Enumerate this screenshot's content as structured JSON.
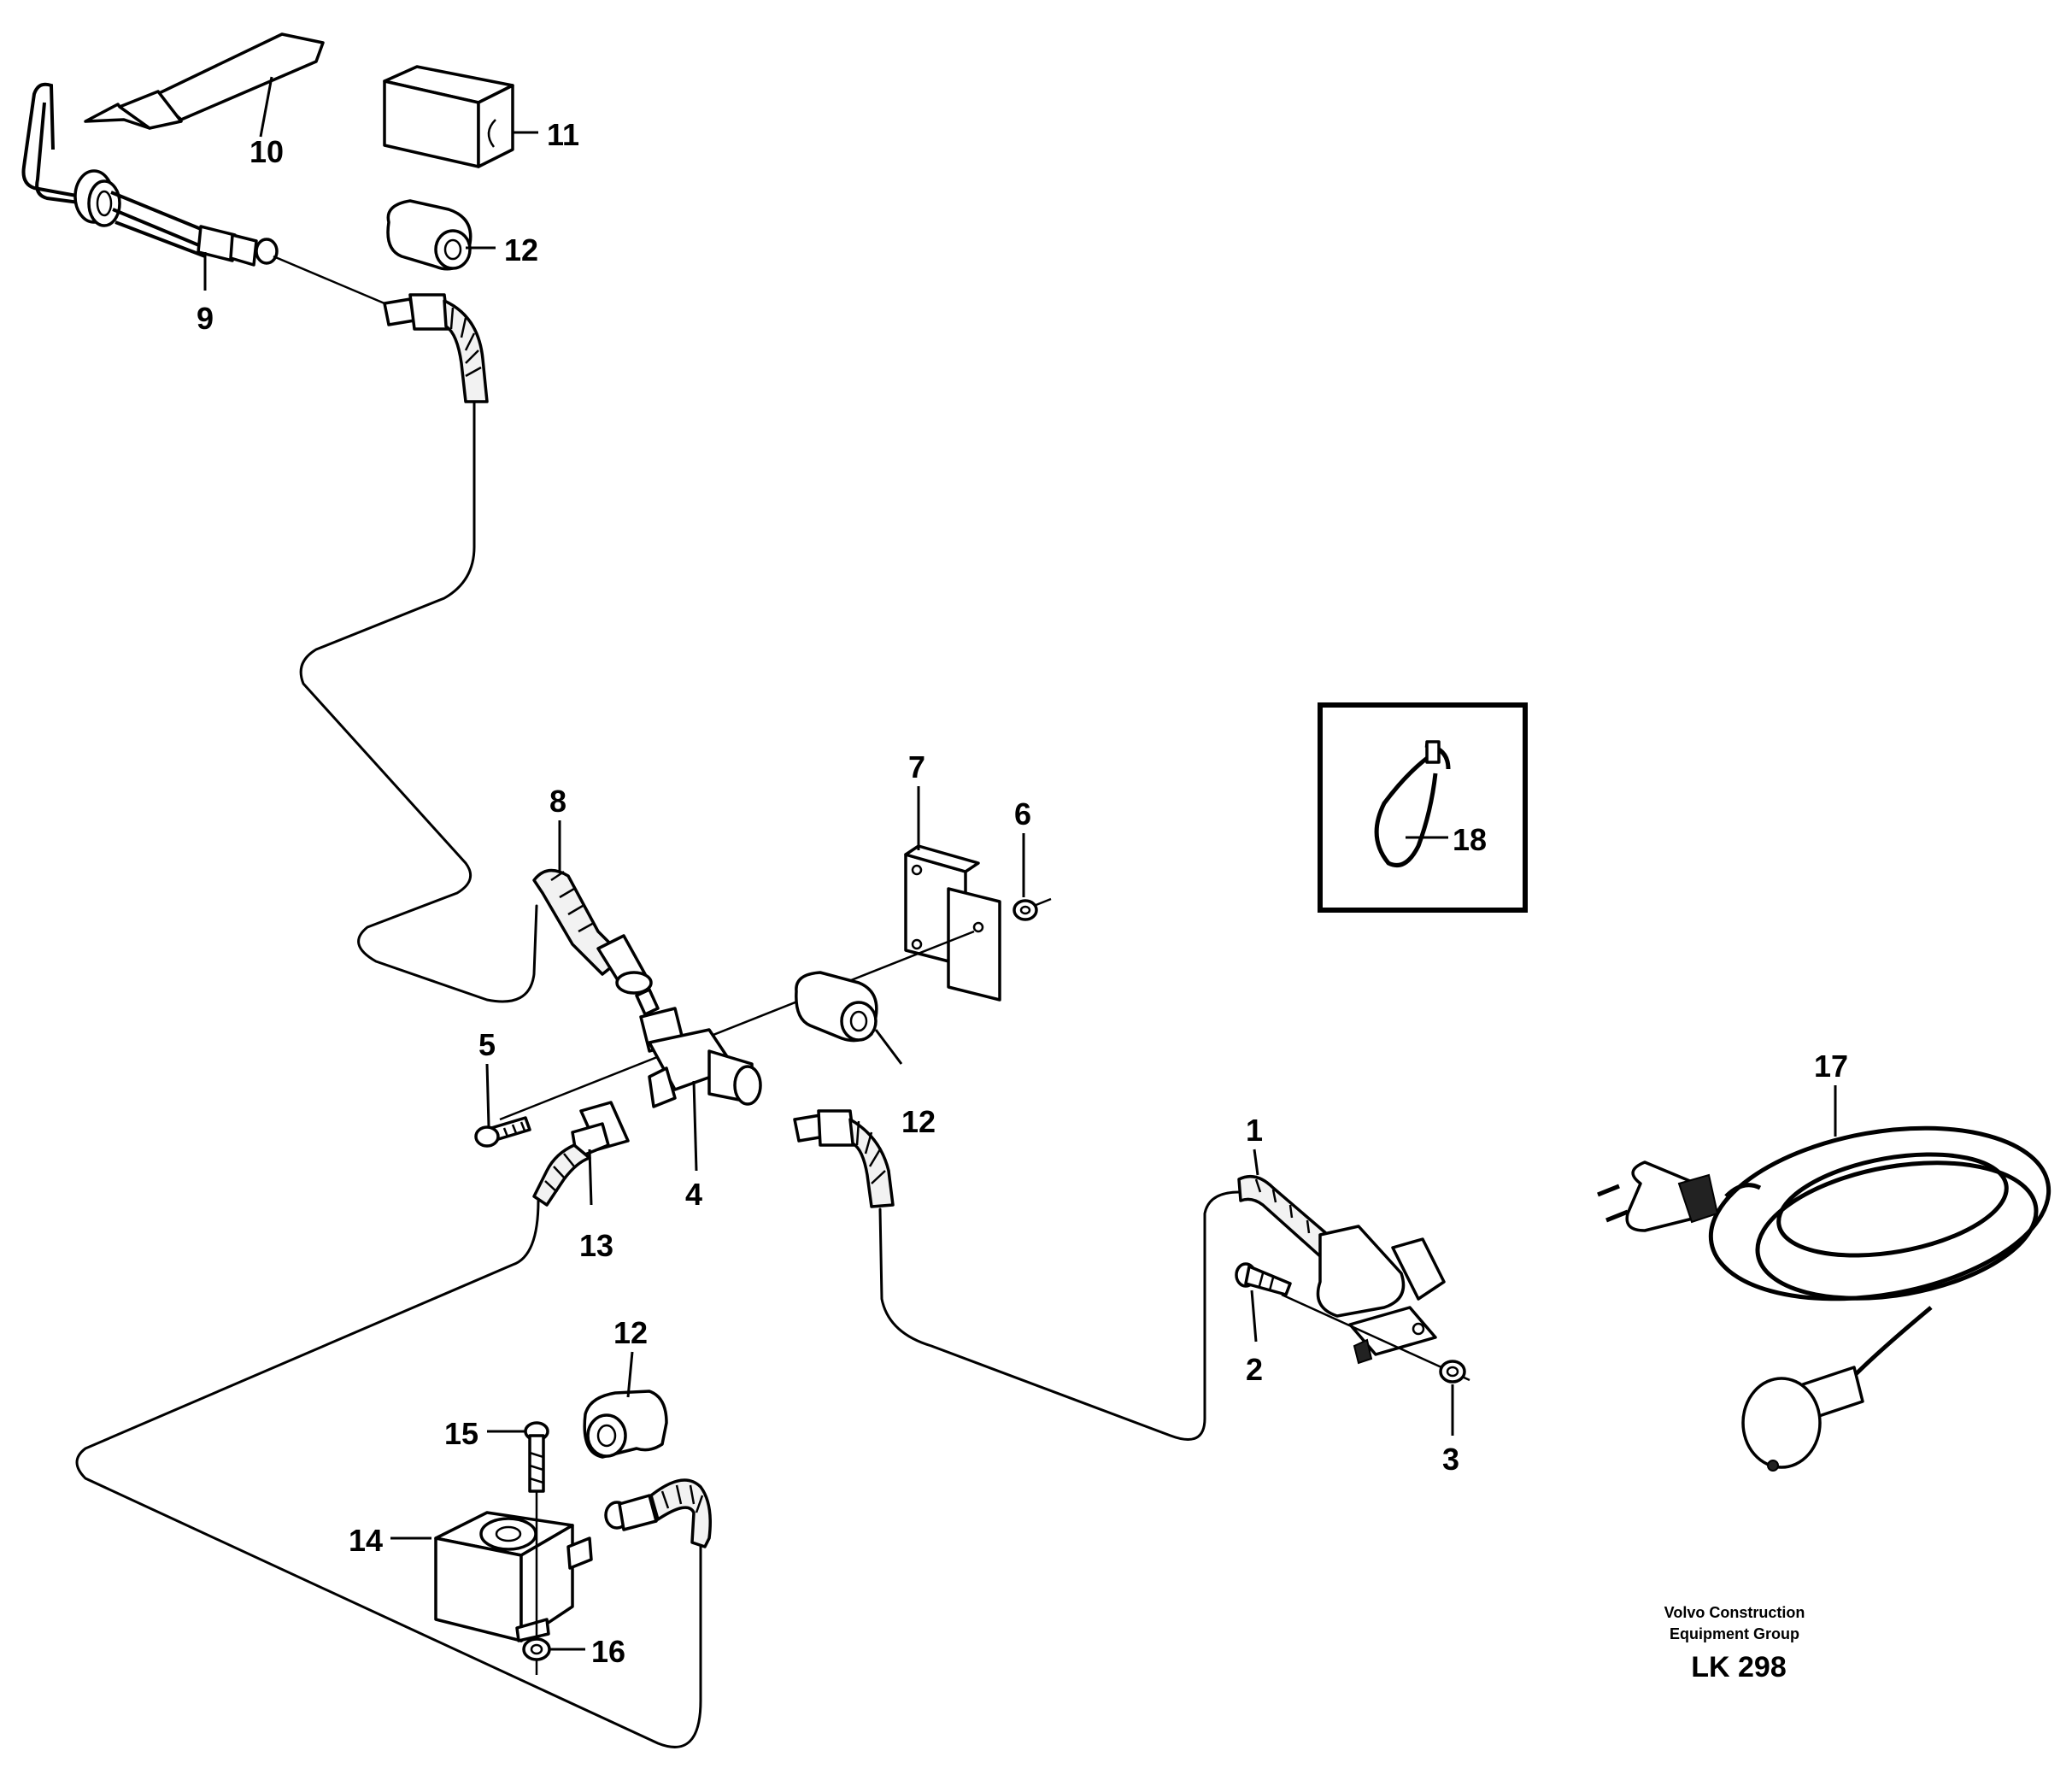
{
  "callouts": {
    "n1": "1",
    "n2": "2",
    "n3": "3",
    "n4": "4",
    "n5": "5",
    "n6": "6",
    "n7": "7",
    "n8": "8",
    "n9": "9",
    "n10": "10",
    "n11": "11",
    "n12a": "12",
    "n12b": "12",
    "n12c": "12",
    "n13": "13",
    "n14": "14",
    "n15": "15",
    "n16": "16",
    "n17": "17",
    "n18": "18"
  },
  "footer": {
    "company_line1": "Volvo Construction",
    "company_line2": "Equipment Group",
    "drawing_code": "LK 298"
  }
}
